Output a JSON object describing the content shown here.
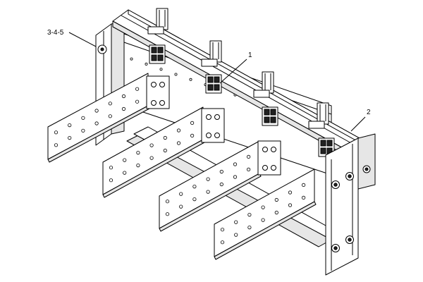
{
  "callouts": {
    "fasteners": "3-4-5",
    "top_bracket": "1",
    "side_frame": "2"
  }
}
